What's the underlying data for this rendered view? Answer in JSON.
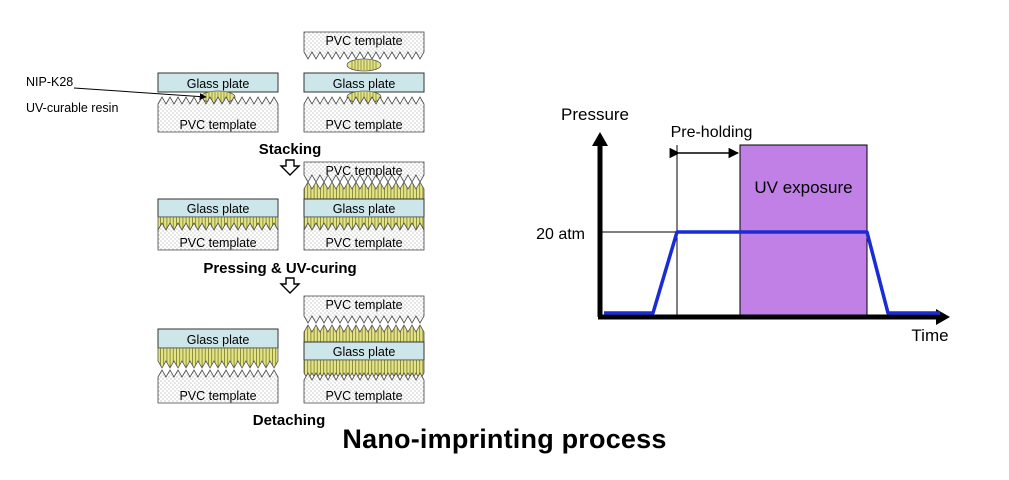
{
  "process": {
    "labels": {
      "glass_plate": "Glass plate",
      "pvc_template": "PVC template",
      "resin_name": "NIP-K28",
      "resin_type": "UV-curable resin"
    },
    "steps": [
      "Stacking",
      "Pressing & UV-curing",
      "Detaching"
    ]
  },
  "chart": {
    "y_label": "Pressure",
    "x_label": "Time",
    "level_label": "20 atm",
    "hold_label": "Pre-holding",
    "exposure_label": "UV exposure"
  },
  "chart_data": {
    "type": "line",
    "series": [
      {
        "values": [
          0,
          0,
          1,
          1,
          1,
          0,
          0
        ]
      }
    ],
    "x": [
      0,
      1,
      1.5,
      2.5,
      4.5,
      5,
      6
    ],
    "ylabel": "Pressure",
    "xlabel": "Time",
    "annotations": [
      "20 atm",
      "Pre-holding",
      "UV exposure"
    ]
  },
  "caption": "Nano-imprinting process",
  "colors": {
    "glass": "#cde6ea",
    "resin": "#e3e38a",
    "exposure": "#c080e6",
    "trace": "#1a2cd6"
  }
}
